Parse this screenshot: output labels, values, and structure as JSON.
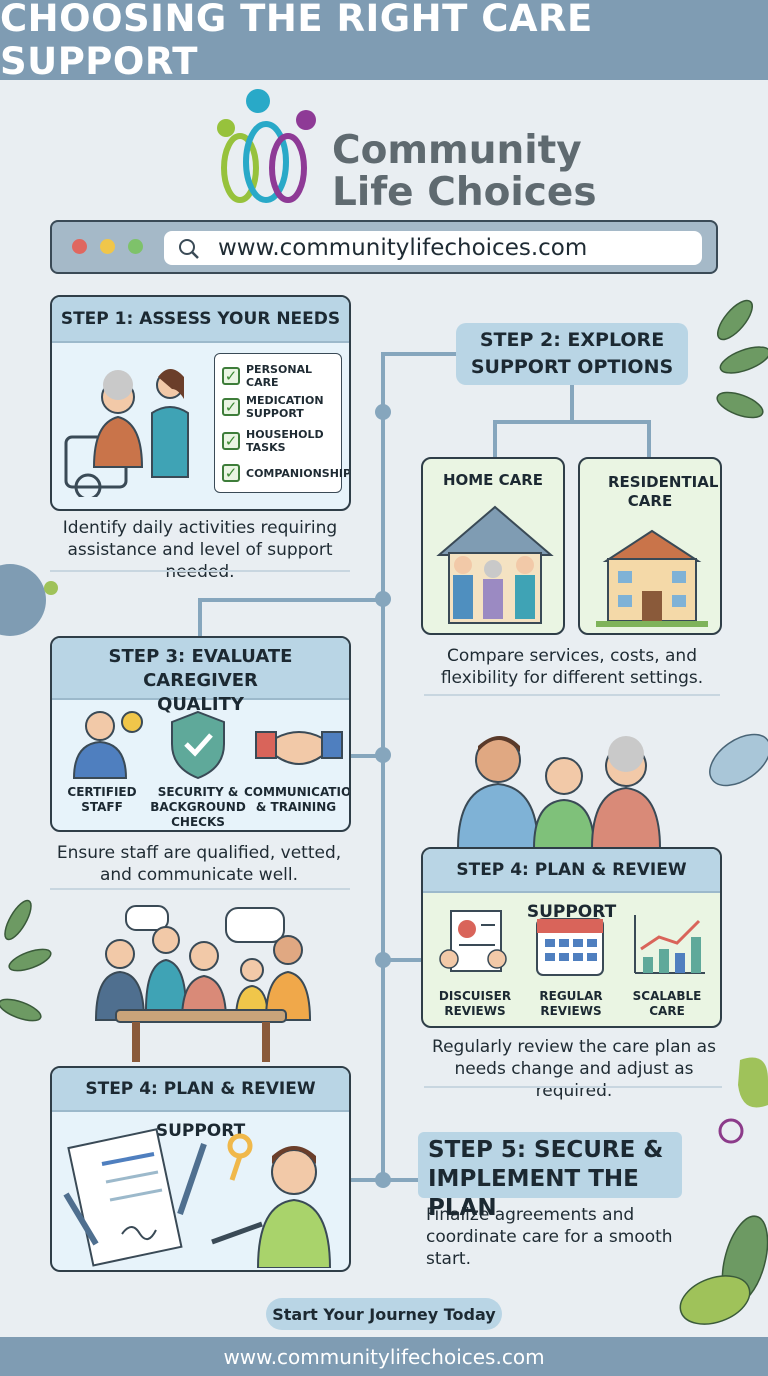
{
  "header": {
    "title": "CHOOSING THE RIGHT CARE SUPPORT"
  },
  "logo": {
    "line1": "Community",
    "line2": "Life Choices"
  },
  "browser": {
    "url": "www.communitylifechoices.com"
  },
  "step1": {
    "title": "STEP 1: ASSESS YOUR NEEDS",
    "checklist": [
      "PERSONAL CARE",
      "MEDICATION SUPPORT",
      "HOUSEHOLD TASKS",
      "COMPANIONSHIP"
    ],
    "caption": "Identify daily activities requiring assistance and level of support needed."
  },
  "step2": {
    "title": "STEP 2: EXPLORE SUPPORT OPTIONS",
    "options": [
      "HOME CARE",
      "RESIDENTIAL CARE"
    ],
    "caption": "Compare services, costs, and flexibility for different settings."
  },
  "step3": {
    "title": "STEP 3: EVALUATE CAREGIVER QUALITY",
    "items": [
      "CERTIFIED STAFF",
      "SECURITY & BACKGROUND CHECKS",
      "COMMUNICATION & TRAINING"
    ],
    "caption": "Ensure staff are qualified, vetted, and communicate well."
  },
  "step4_right": {
    "title": "STEP 4: PLAN & REVIEW SUPPORT",
    "items": [
      "DISCUISER REVIEWS",
      "REGULAR REVIEWS",
      "SCALABLE CARE"
    ],
    "caption": "Regularly review the care plan as needs change and adjust as required."
  },
  "step4_left": {
    "title": "STEP 4: PLAN & REVIEW SUPPORT"
  },
  "step5": {
    "title": "STEP 5: SECURE & IMPLEMENT THE PLAN",
    "caption": "Finalize agreements and coordinate care for a smooth start."
  },
  "cta": {
    "label": "Start Your Journey Today"
  },
  "footer": {
    "url": "www.communitylifechoices.com"
  },
  "colors": {
    "header_bar": "#7f9cb3",
    "card_head": "#b9d5e5",
    "accent_green": "#3e8a35"
  }
}
